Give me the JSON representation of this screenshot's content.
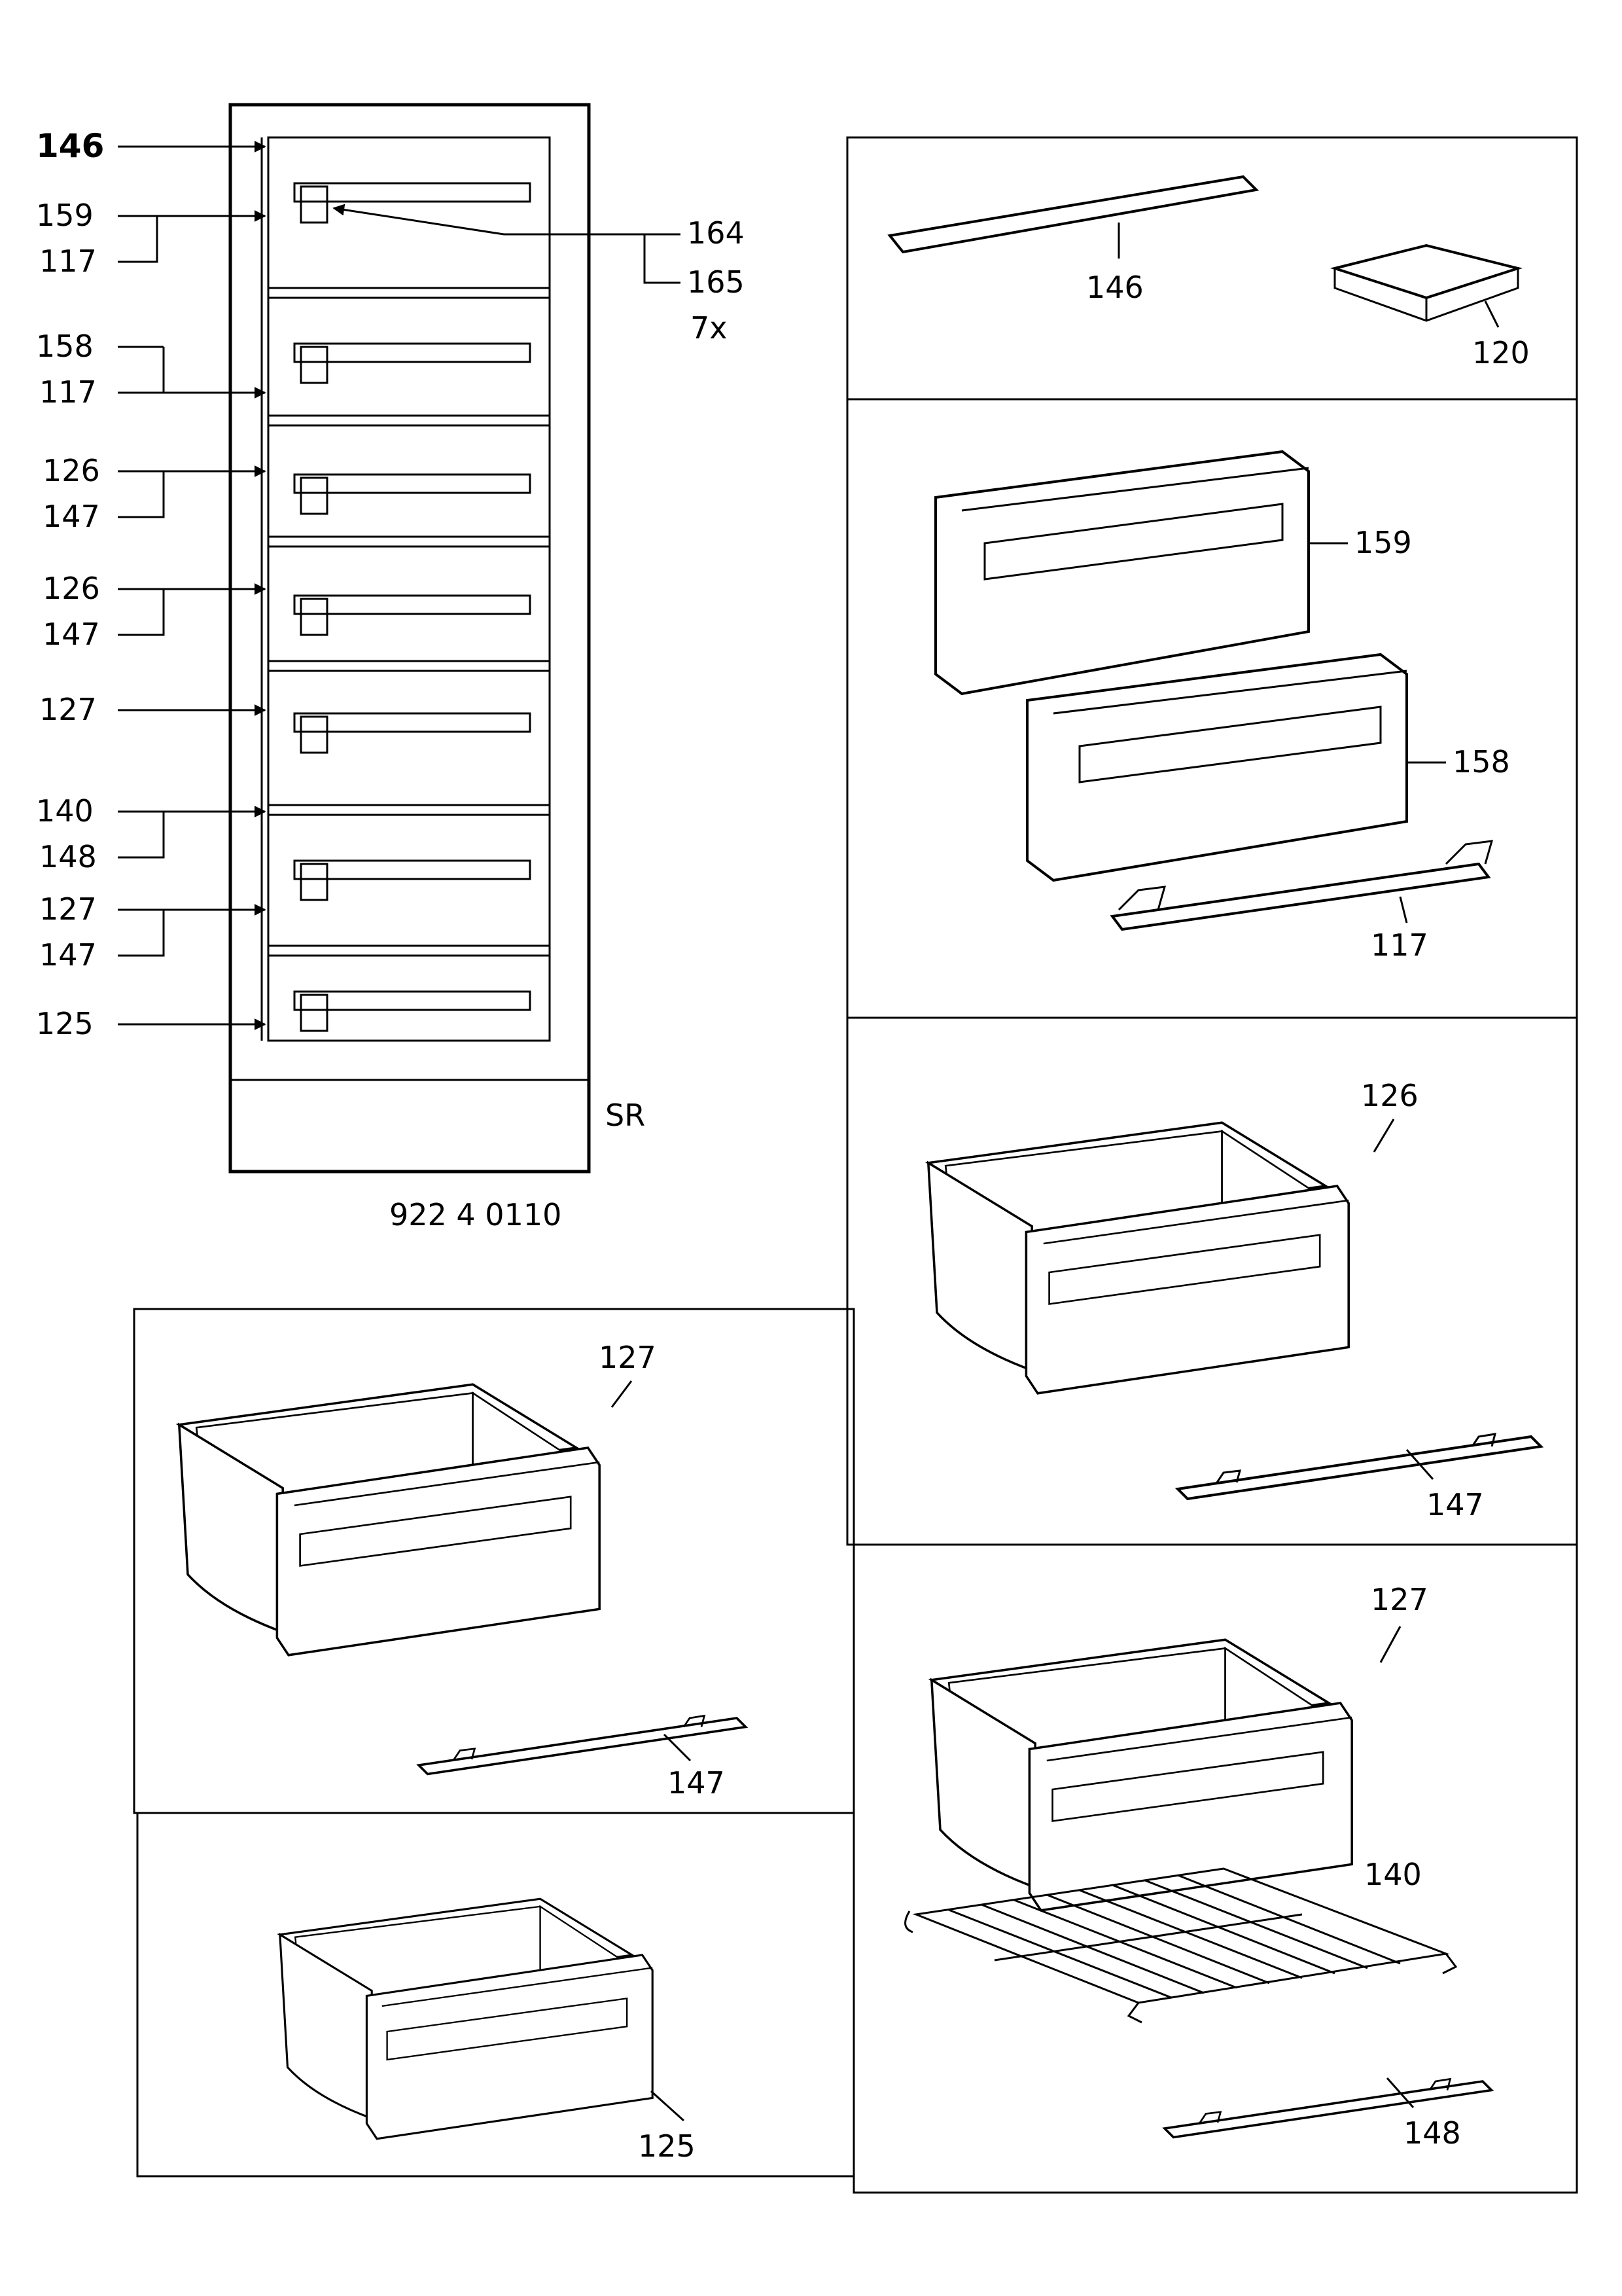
{
  "cabinet": {
    "left_labels": [
      "146",
      "159",
      "117",
      "158",
      "117",
      "126",
      "147",
      "126",
      "147",
      "127",
      "140",
      "148",
      "127",
      "147",
      "125"
    ],
    "right_labels": [
      "164",
      "165",
      "7x"
    ],
    "base_label": "SR",
    "model_number": "922 4 0110"
  },
  "panels": {
    "top": {
      "rail_label": "146",
      "ice_tray_label": "120"
    },
    "fronts": {
      "front_a_label": "159",
      "front_b_label": "158",
      "rail_label": "117"
    },
    "drawer_126": {
      "drawer_label": "126",
      "rail_label": "147"
    },
    "drawer_127_left": {
      "drawer_label": "127",
      "rail_label": "147"
    },
    "drawer_127_right": {
      "drawer_label": "127",
      "grid_label": "140",
      "rail_label": "148"
    },
    "drawer_125": {
      "drawer_label": "125"
    }
  }
}
